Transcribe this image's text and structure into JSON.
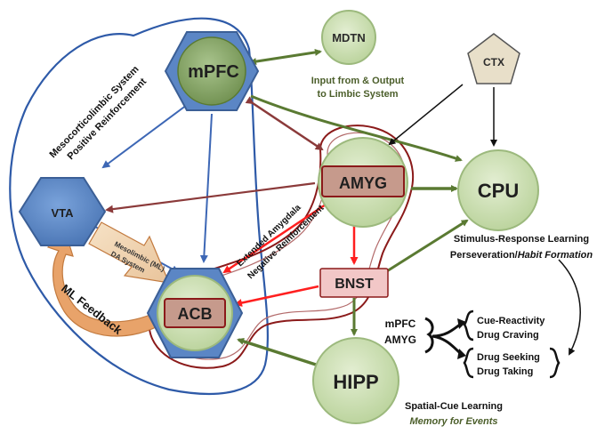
{
  "colors": {
    "green_fill": "#d4e4bd",
    "green_fill_dark": "#9cb97d",
    "green_edge": "#6f8f4f",
    "green_arrow": "#5a7a32",
    "blue_fill": "#5b86c5",
    "blue_edge": "#3b5f96",
    "blue_line": "#3d67b5",
    "red_line": "#8b1a1a",
    "red_arrow": "#ff1f1f",
    "pink_fill": "#f2c7c7",
    "brown_fill": "#c69a8c",
    "orange": "#e8a36a",
    "orange_edge": "#c27a3f",
    "tan_fill": "#e8dfc9",
    "caption_green": "#4b5e2a"
  },
  "nodes": {
    "mdtn": "MDTN",
    "mpfc": "mPFC",
    "ctx": "CTX",
    "amyg": "AMYG",
    "cpu": "CPU",
    "vta": "VTA",
    "bnst": "BNST",
    "acb": "ACB",
    "hipp": "HIPP"
  },
  "captions": {
    "mdtn_line1": "Input from & Output",
    "mdtn_line2": "to Limbic System",
    "meso_line1": "Mesocorticolimbic System",
    "meso_line2": "Positive Reinforcement",
    "extended_line1": "Extended Amygdala",
    "extended_line2": "Negative Reinforcement",
    "mesolimbic_line1": "Mesolimbic (ML)",
    "mesolimbic_line2": "DA System",
    "ml_feedback": "ML Feedback",
    "cpu_line1": "Stimulus-Response  Learning",
    "cpu_line2_plain": "Perseveration/",
    "cpu_line2_italic": "Habit Formation",
    "hipp_line1": "Spatial-Cue Learning",
    "hipp_line2": "Memory for Events",
    "mpfc_small": "mPFC",
    "amyg_small": "AMYG",
    "cue_reactivity": "Cue-Reactivity",
    "drug_craving": "Drug Craving",
    "drug_seeking": "Drug Seeking",
    "drug_taking": "Drug Taking"
  }
}
